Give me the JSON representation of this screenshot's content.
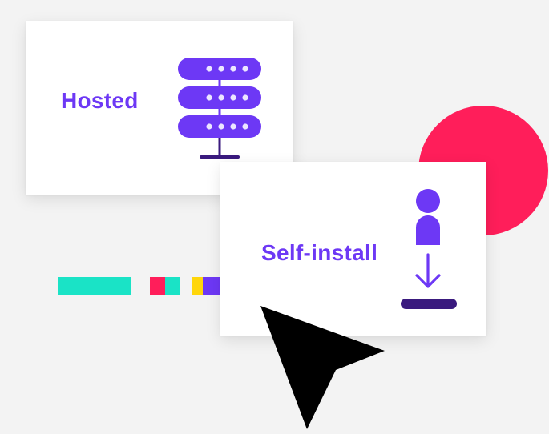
{
  "colors": {
    "background": "#f3f3f3",
    "card": "#ffffff",
    "purple": "#6d38f5",
    "dark_purple": "#3a1a7e",
    "pink_red": "#ff1e5a",
    "teal": "#1ae3c6",
    "yellow": "#ffd60a",
    "dot": "#ece6ff",
    "cursor": "#000000"
  },
  "cards": {
    "hosted": {
      "label": "Hosted",
      "icon": "server-rack-icon"
    },
    "self_install": {
      "label": "Self-install",
      "icon": "user-download-icon"
    }
  },
  "decorations": {
    "circle_icon": "red-circle-decoration",
    "cursor_icon": "cursor-arrow-icon"
  }
}
